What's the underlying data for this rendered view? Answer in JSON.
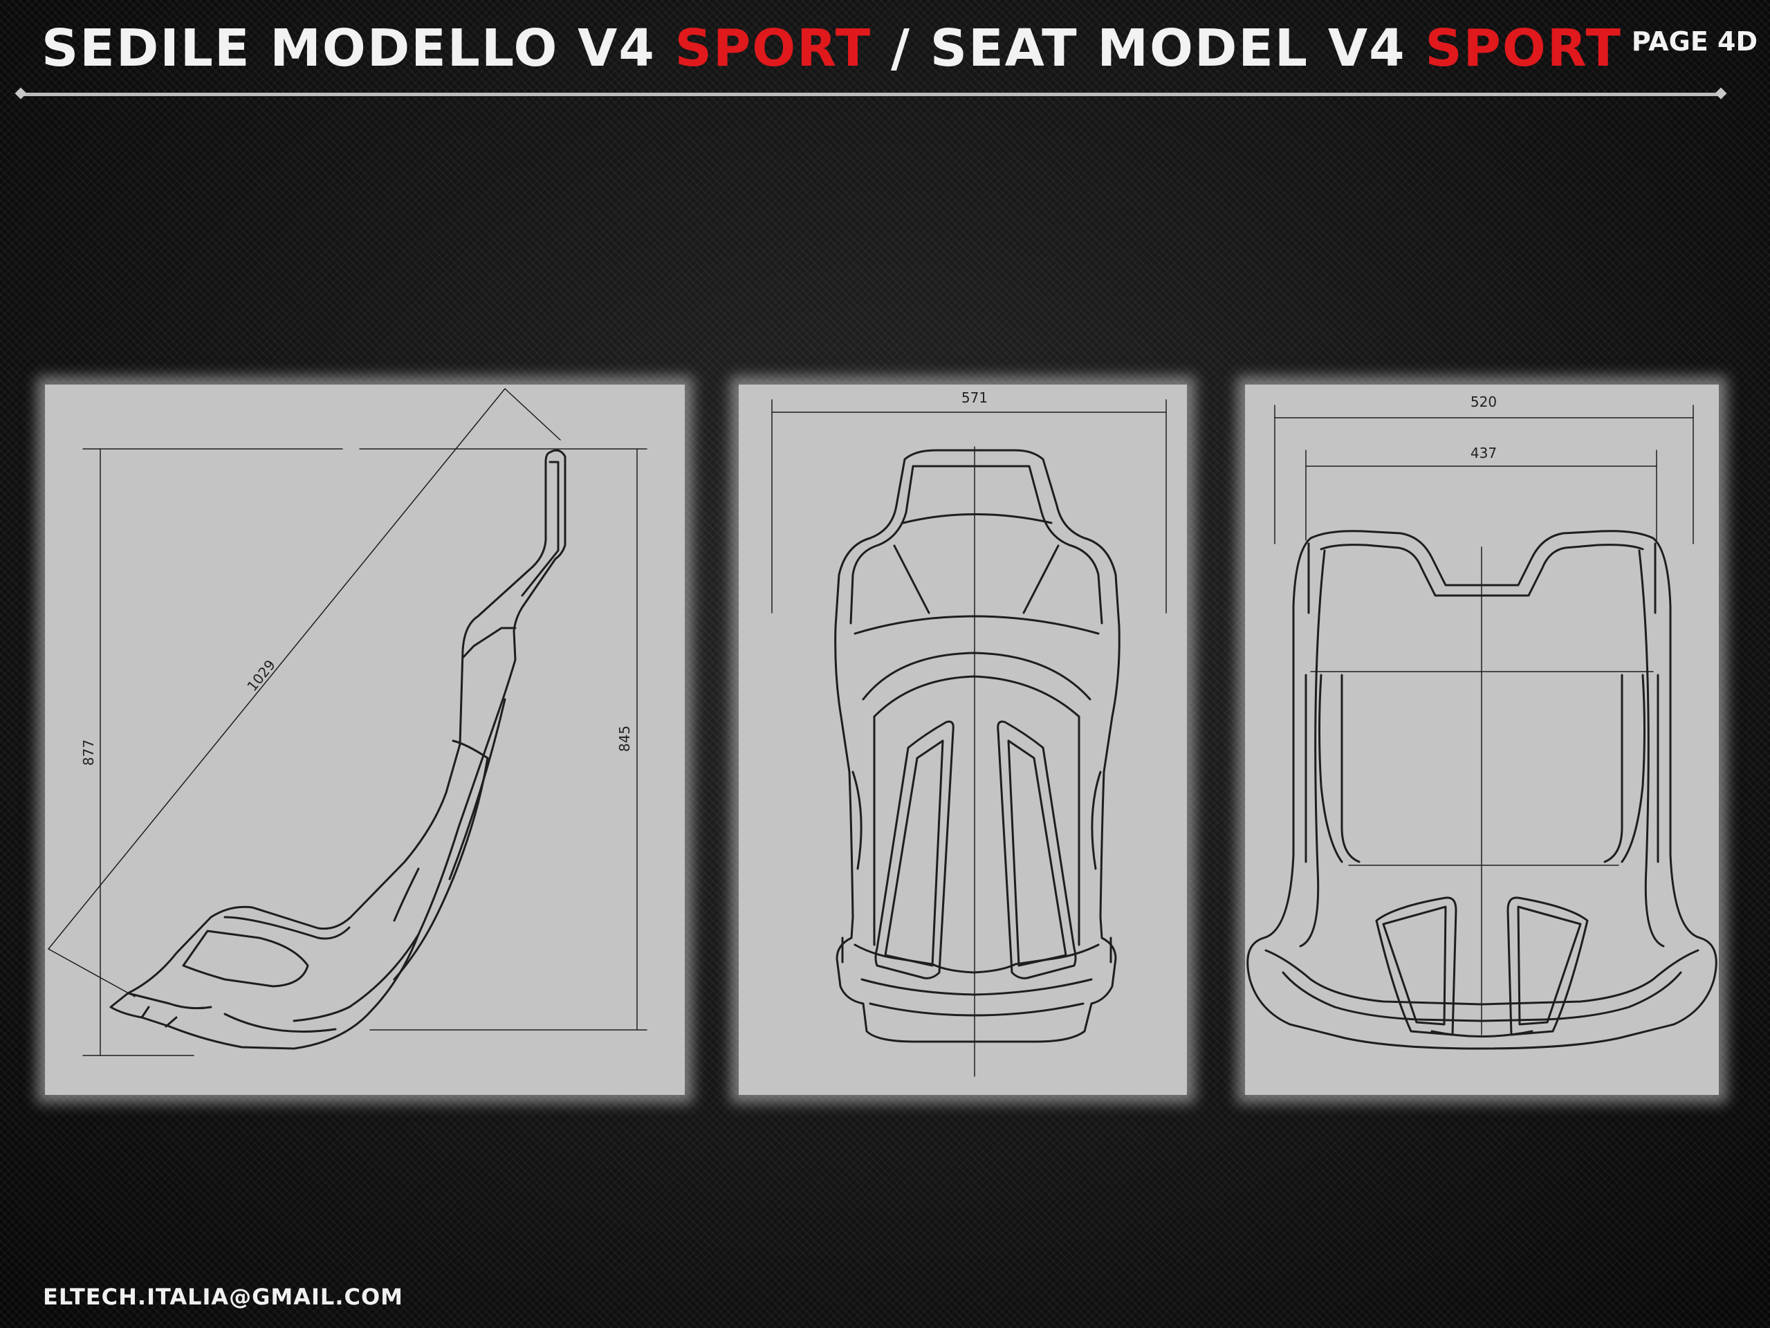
{
  "header": {
    "title_part1": "SEDILE MODELLO V4 ",
    "title_accent1": "SPORT",
    "title_part2": " / SEAT MODEL V4 ",
    "title_accent2": "SPORT",
    "page_label": "PAGE 4D"
  },
  "panels": {
    "side_view": {
      "dim_diagonal": "1029",
      "dim_height_left": "877",
      "dim_height_right": "845"
    },
    "front_view": {
      "dim_width": "571"
    },
    "top_view": {
      "dim_outer_width": "520",
      "dim_inner_width": "437"
    }
  },
  "footer": {
    "email": "ELTECH.ITALIA@GMAIL.COM"
  },
  "colors": {
    "accent": "#e0191d",
    "panel_bg": "#c4c4c4",
    "line": "#1e1e1e"
  }
}
